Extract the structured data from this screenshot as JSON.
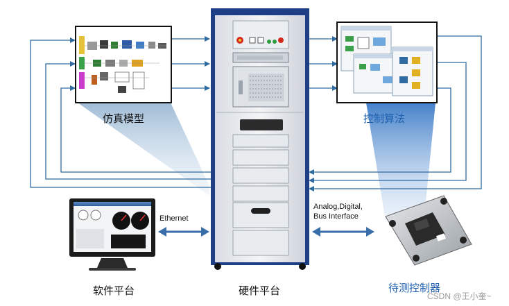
{
  "labels": {
    "sim_model": "仿真模型",
    "control_algo": "控制算法",
    "software_platform": "软件平台",
    "hardware_platform": "硬件平台",
    "device_under_test": "待测控制器",
    "ethernet": "Ethernet",
    "analog_line1": "Analog,Digital,",
    "analog_line2": "Bus Interface"
  },
  "watermark": "CSDN @王小奎~",
  "colors": {
    "arrow": "#2f6aa0",
    "cabinet_frame": "#1e3f86",
    "cn_blue": "#1d5fae"
  }
}
